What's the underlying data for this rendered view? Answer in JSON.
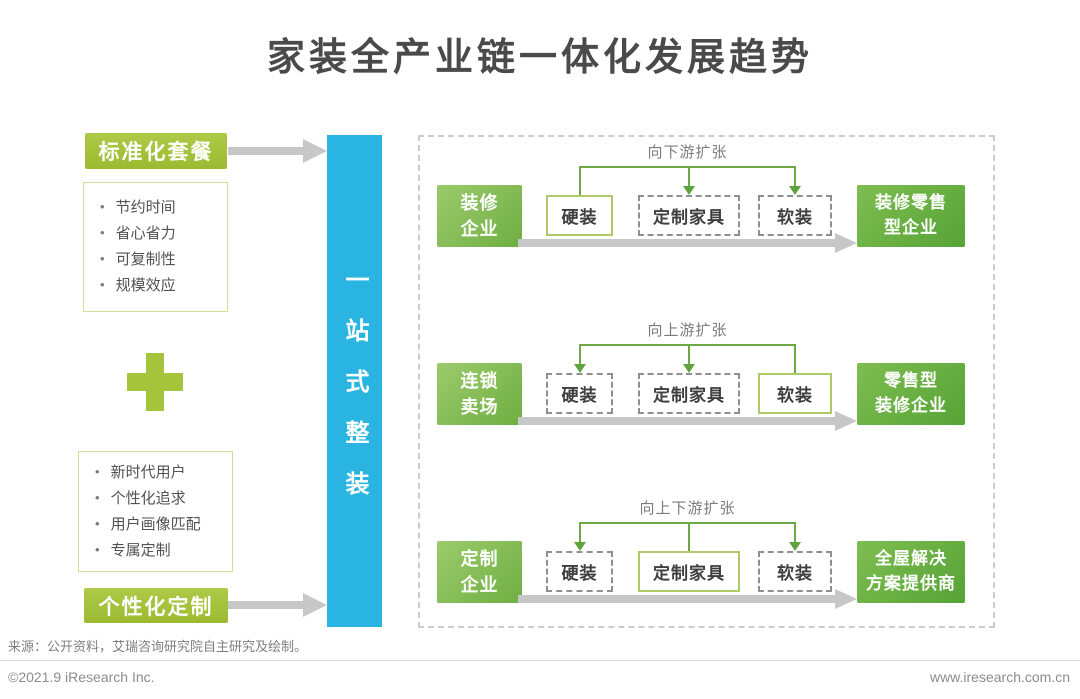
{
  "title": "家装全产业链一体化发展趋势",
  "left_panel": {
    "standardized_tag": "标准化套餐",
    "standardized_points": [
      "节约时间",
      "省心省力",
      "可复制性",
      "规模效应"
    ],
    "personalized_points": [
      "新时代用户",
      "个性化追求",
      "用户画像匹配",
      "专属定制"
    ],
    "personalized_tag": "个性化定制"
  },
  "center_bar": {
    "label": "一站式整装"
  },
  "flows": [
    {
      "source_line1": "装修",
      "source_line2": "企业",
      "expansion_label": "向下游扩张",
      "segments": [
        "硬装",
        "定制家具",
        "软装"
      ],
      "origin_segment_index": 0,
      "result_line1": "装修零售",
      "result_line2": "型企业"
    },
    {
      "source_line1": "连锁",
      "source_line2": "卖场",
      "expansion_label": "向上游扩张",
      "segments": [
        "硬装",
        "定制家具",
        "软装"
      ],
      "origin_segment_index": 2,
      "result_line1": "零售型",
      "result_line2": "装修企业"
    },
    {
      "source_line1": "定制",
      "source_line2": "企业",
      "expansion_label": "向上下游扩张",
      "segments": [
        "硬装",
        "定制家具",
        "软装"
      ],
      "origin_segment_index": 1,
      "result_line1": "全屋解决",
      "result_line2": "方案提供商"
    }
  ],
  "footer": {
    "source_note": "来源：公开资料，艾瑞咨询研究院自主研究及绘制。",
    "copyright": "©2021.9 iResearch Inc.",
    "website": "www.iresearch.com.cn"
  },
  "icons": {
    "plus": "plus-icon",
    "arrow_right": "arrow-right-icon",
    "arrow_down": "arrow-down-icon"
  },
  "colors": {
    "lime_green": "#a5c43c",
    "flow_source_green": "#6fae42",
    "flow_result_green": "#56a336",
    "cyan_bar": "#29b4e2",
    "connector_green": "#6ca944",
    "arrow_gray": "#c7c7c7",
    "title_gray": "#4a4a4a"
  }
}
